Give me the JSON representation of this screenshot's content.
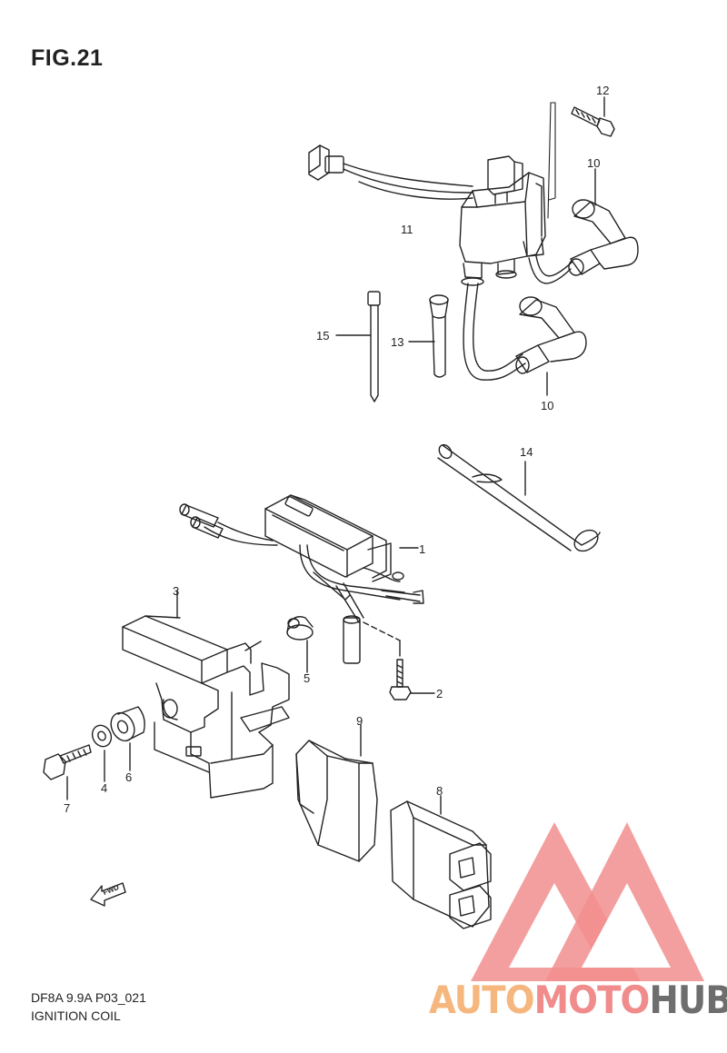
{
  "figure": {
    "title": "FIG.21",
    "model_code": "DF8A 9.9A P03_021",
    "part_group": "IGNITION COIL",
    "fwd_marker": "FWD"
  },
  "callouts": [
    "12",
    "10",
    "11",
    "15",
    "13",
    "10",
    "14",
    "1",
    "3",
    "5",
    "2",
    "9",
    "8",
    "4",
    "6",
    "7"
  ],
  "watermark": {
    "text_part1": "AUTO",
    "text_part2": "MOTO",
    "text_part3": "HUB",
    "color_orange": "#F5B77E",
    "color_red": "#F08C8C",
    "color_gray": "#6E6E6E"
  }
}
